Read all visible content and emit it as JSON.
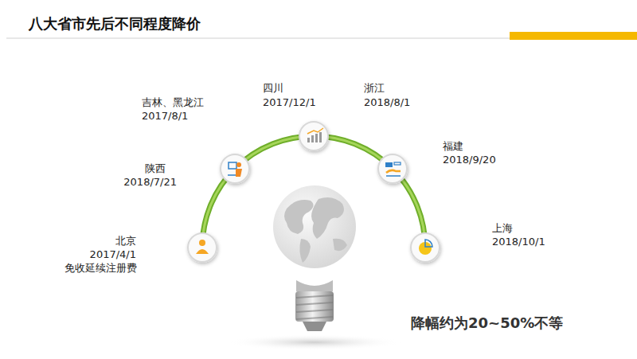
{
  "diagram": {
    "title": "八大省市先后不同程度降价",
    "labels": [
      "吉林、黑龙江",
      "2017/8/1",
      "四川",
      "2017/12/1",
      "浙江",
      "2018/8/1",
      "陕西",
      "2018/7/21",
      "福建",
      "2018/9/20",
      "北京",
      "2017/4/1",
      "免收延续注册费",
      "上海",
      "2018/10/1",
      "降幅约为20~50%不等"
    ]
  }
}
